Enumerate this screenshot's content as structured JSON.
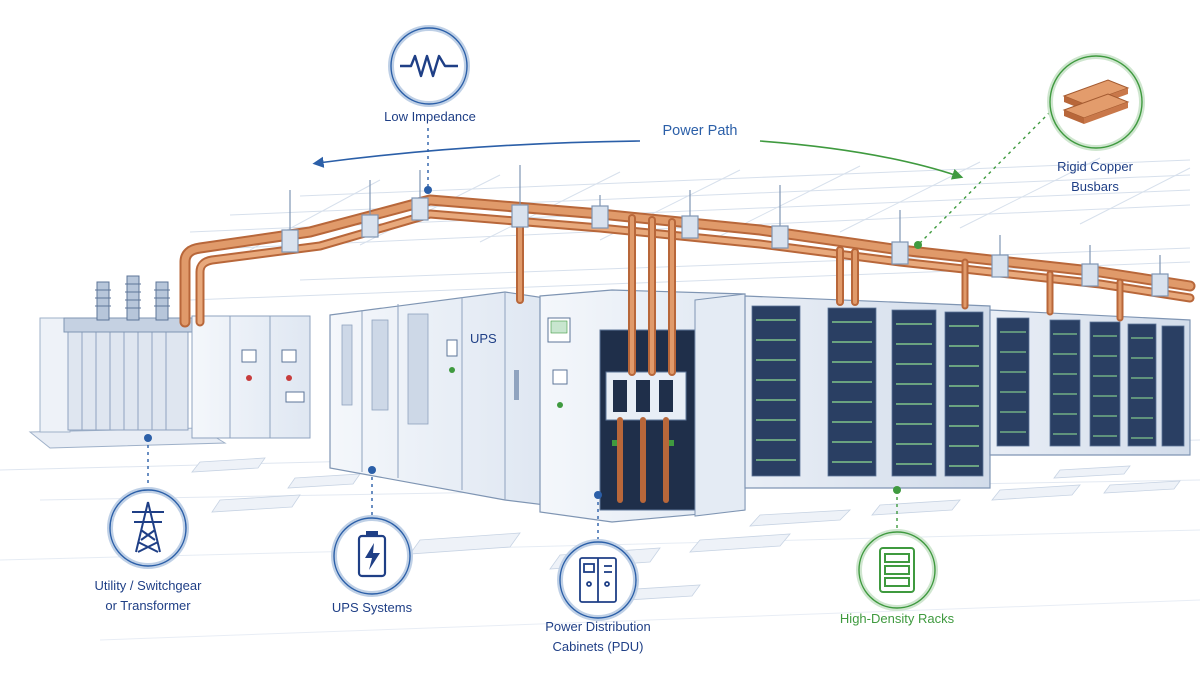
{
  "labels": {
    "low_impedance": "Low Impedance",
    "power_path": "Power Path",
    "rigid_copper_busbars_line1": "Rigid Copper",
    "rigid_copper_busbars_line2": "Busbars",
    "utility_line1": "Utility / Switchgear",
    "utility_line2": "or Transformer",
    "ups_systems": "UPS Systems",
    "pdu_line1": "Power Distribution",
    "pdu_line2": "Cabinets (PDU)",
    "high_density_racks": "High-Density Racks",
    "ups_cabinet_mark": "UPS"
  },
  "icons": {
    "low_impedance": "resistor-icon",
    "busbars": "copper-busbar-icon",
    "utility": "transmission-tower-icon",
    "ups": "battery-bolt-icon",
    "pdu": "distribution-cabinet-icon",
    "racks": "server-rack-icon"
  },
  "colors": {
    "primary_blue": "#1f4f9e",
    "accent_green": "#3f9a3f",
    "copper": "#d9895a",
    "copper_dark": "#b8673a",
    "steel": "#c9d5e6",
    "line_blue": "#2b5fa8"
  }
}
